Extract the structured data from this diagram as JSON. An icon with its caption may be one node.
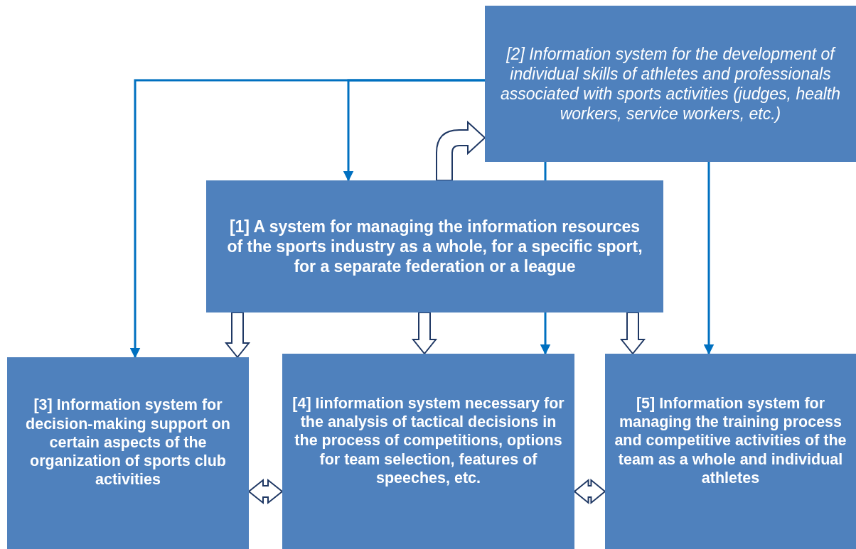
{
  "diagram": {
    "nodes": [
      {
        "text": [
          "[2] Information system for the development of individual skills of athletes and professionals associated with sports activities (judges, health workers, service workers, etc.)"
        ]
      },
      {
        "text": [
          "[1] A system for managing the information resources of the sports industry as a whole, for a specific sport, for a separate federation or a league"
        ]
      },
      {
        "text": [
          "[3] Information system for decision-making support on certain aspects of the organization of sports club activities"
        ]
      },
      {
        "text": [
          "[4] Iinformation system necessary for the analysis of tactical decisions in the process of competitions, options for team selection, features of speeches, etc."
        ]
      },
      {
        "text": [
          "[5] Information system for managing the training process and competitive activities of the team as a whole and individual athletes"
        ]
      }
    ],
    "edges": [
      {
        "from": 0,
        "to": 1,
        "arrow": "to",
        "color": "#0070c0"
      },
      {
        "from": 0,
        "to": 2,
        "arrow": "to",
        "color": "#0070c0"
      },
      {
        "from": 0,
        "to": 1,
        "arrow": "none",
        "color": "#0070c0"
      },
      {
        "from": 1,
        "to": 3,
        "arrow": "to",
        "color": "#0070c0"
      },
      {
        "from": 0,
        "to": 4,
        "arrow": "to",
        "color": "#0070c0"
      },
      {
        "from": 1,
        "to": 0,
        "arrow": "to",
        "style": "thick"
      },
      {
        "from": 1,
        "to": 2,
        "arrow": "to",
        "style": "thick"
      },
      {
        "from": 1,
        "to": 3,
        "arrow": "to",
        "style": "thick"
      },
      {
        "from": 1,
        "to": 4,
        "arrow": "to",
        "style": "thick"
      },
      {
        "from": 2,
        "to": 3,
        "arrow": "both",
        "style": "thick"
      },
      {
        "from": 3,
        "to": 4,
        "arrow": "both",
        "style": "thick"
      }
    ]
  }
}
